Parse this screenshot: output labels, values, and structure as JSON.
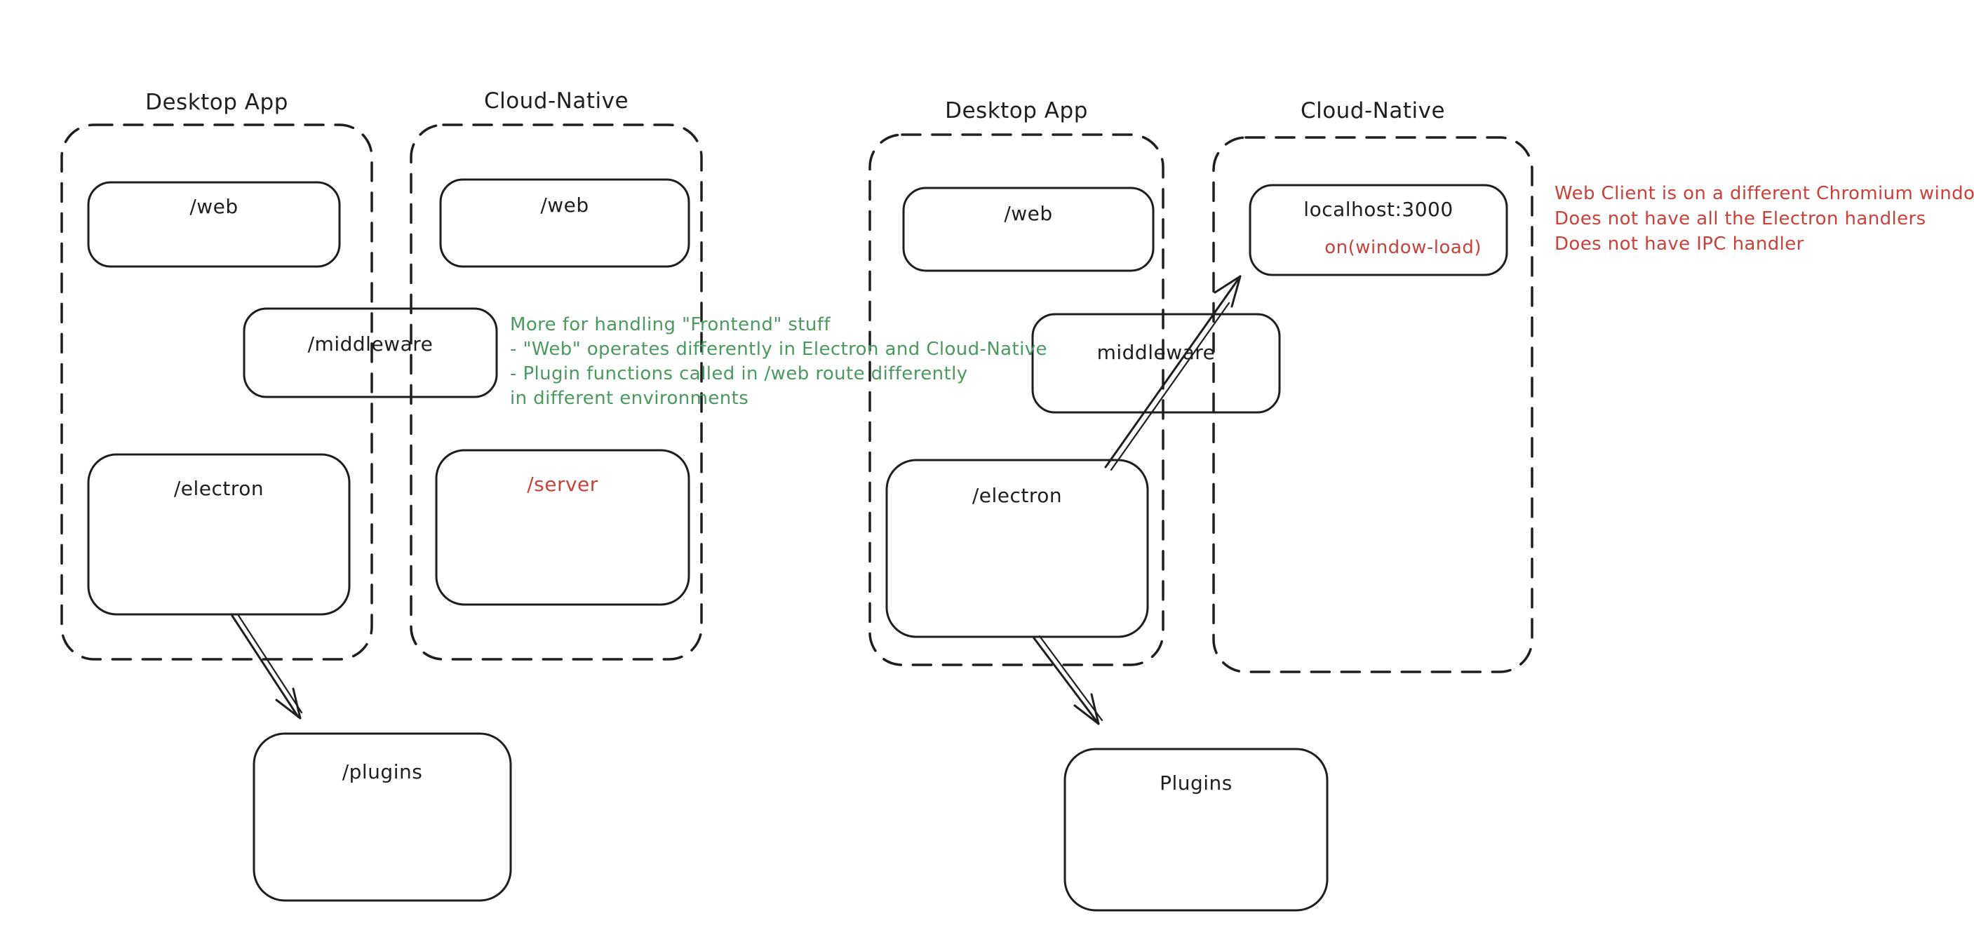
{
  "colors": {
    "ink": "#1e1e1e",
    "green": "#4a9a5e",
    "red": "#c8423a",
    "background": "#ffffff"
  },
  "left_diagram": {
    "desktop_container_label": "Desktop App",
    "cloud_container_label": "Cloud-Native",
    "nodes": {
      "web_desktop": "/web",
      "web_cloud": "/web",
      "middleware": "/middleware",
      "electron": "/electron",
      "server": "/server",
      "plugins": "/plugins"
    },
    "connections": [
      {
        "from": "/electron",
        "to": "/plugins"
      }
    ]
  },
  "right_diagram": {
    "desktop_container_label": "Desktop App",
    "cloud_container_label": "Cloud-Native",
    "nodes": {
      "web": "/web",
      "localhost": "localhost:3000",
      "window_load": "on(window-load)",
      "middleware": "middleware",
      "electron": "/electron",
      "plugins": "Plugins"
    },
    "connections": [
      {
        "from": "/electron",
        "to": "localhost:3000",
        "via": "middleware"
      },
      {
        "from": "/electron",
        "to": "Plugins"
      }
    ]
  },
  "annotations": {
    "green_note": {
      "color": "#4a9a5e",
      "lines": [
        "More for handling \"Frontend\" stuff",
        "- \"Web\" operates differently in Electron and Cloud-Native",
        "- Plugin functions called in /web route differently",
        "in different environments"
      ]
    },
    "red_note": {
      "color": "#c8423a",
      "lines": [
        "Web Client is on a different Chromium window",
        "Does not have all the Electron handlers",
        "Does not have IPC handler"
      ]
    }
  }
}
